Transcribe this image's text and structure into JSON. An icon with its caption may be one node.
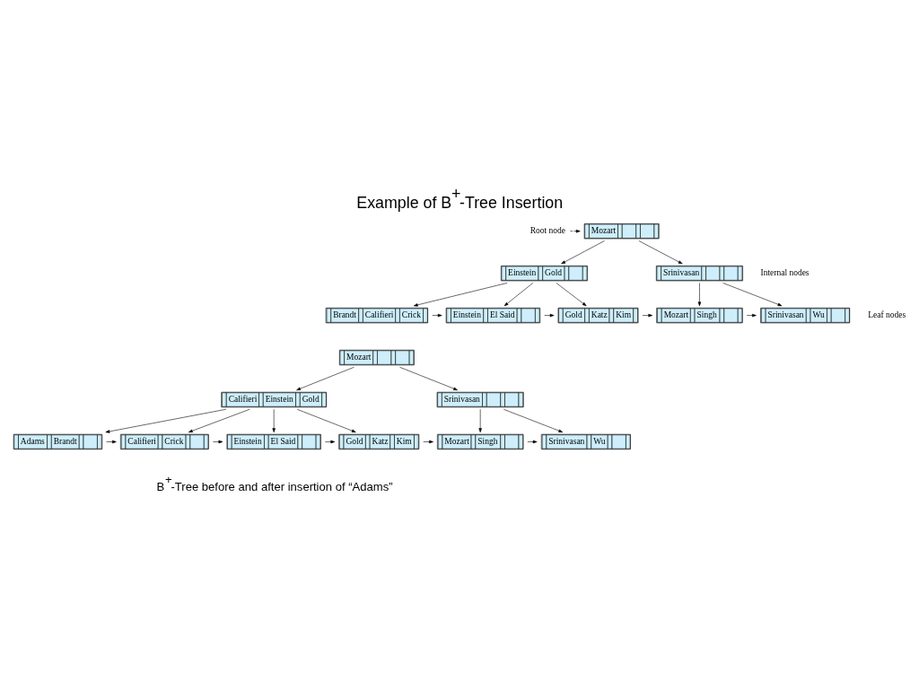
{
  "diagram": {
    "title": "Example of B$^{+}$-Tree Insertion",
    "caption": "B$^{+}$-Tree before and after insertion of “Adams”",
    "nodes": [
      {
        "text": [
          "Mozart"
        ]
      },
      {
        "text": [
          "Einstein",
          "Gold"
        ]
      },
      {
        "text": [
          "Srinivasan"
        ]
      },
      {
        "text": [
          "Brandt",
          "Califieri",
          "Crick"
        ]
      },
      {
        "text": [
          "Einstein",
          "El Said"
        ]
      },
      {
        "text": [
          "Gold",
          "Katz",
          "Kim"
        ]
      },
      {
        "text": [
          "Mozart",
          "Singh"
        ]
      },
      {
        "text": [
          "Srinivasan",
          "Wu"
        ]
      },
      {
        "text": [
          "Root node"
        ]
      },
      {
        "text": [
          "Mozart"
        ]
      },
      {
        "text": [
          "Califieri",
          "Einstein",
          "Gold"
        ]
      },
      {
        "text": [
          "Srinivasan"
        ]
      },
      {
        "text": [
          "Adams",
          "Brandt"
        ]
      },
      {
        "text": [
          "Califieri",
          "Crick"
        ]
      },
      {
        "text": [
          "Einstein",
          "El Said"
        ]
      },
      {
        "text": [
          "Gold",
          "Katz",
          "Kim"
        ]
      },
      {
        "text": [
          "Mozart",
          "Singh"
        ]
      },
      {
        "text": [
          "Srinivasan",
          "Wu"
        ]
      }
    ],
    "edges": [
      {
        "from": 8,
        "to": 0,
        "arrow": "to",
        "style": "dashed"
      },
      {
        "from": 0,
        "to": 1,
        "arrow": "to"
      },
      {
        "from": 0,
        "to": 2,
        "arrow": "to"
      },
      {
        "from": 1,
        "to": 3,
        "arrow": "to"
      },
      {
        "from": 1,
        "to": 4,
        "arrow": "to"
      },
      {
        "from": 1,
        "to": 5,
        "arrow": "to"
      },
      {
        "from": 2,
        "to": 6,
        "arrow": "to"
      },
      {
        "from": 2,
        "to": 7,
        "arrow": "to"
      },
      {
        "from": 3,
        "to": 4,
        "arrow": "to"
      },
      {
        "from": 4,
        "to": 5,
        "arrow": "to"
      },
      {
        "from": 5,
        "to": 6,
        "arrow": "to"
      },
      {
        "from": 6,
        "to": 7,
        "arrow": "to"
      },
      {
        "from": 9,
        "to": 10,
        "arrow": "to"
      },
      {
        "from": 9,
        "to": 11,
        "arrow": "to"
      },
      {
        "from": 10,
        "to": 12,
        "arrow": "to"
      },
      {
        "from": 10,
        "to": 13,
        "arrow": "to"
      },
      {
        "from": 10,
        "to": 14,
        "arrow": "to"
      },
      {
        "from": 10,
        "to": 15,
        "arrow": "to"
      },
      {
        "from": 11,
        "to": 16,
        "arrow": "to"
      },
      {
        "from": 11,
        "to": 17,
        "arrow": "to"
      },
      {
        "from": 12,
        "to": 13,
        "arrow": "to"
      },
      {
        "from": 13,
        "to": 14,
        "arrow": "to"
      },
      {
        "from": 14,
        "to": 15,
        "arrow": "to"
      },
      {
        "from": 15,
        "to": 16,
        "arrow": "to"
      },
      {
        "from": 16,
        "to": 17,
        "arrow": "to"
      }
    ],
    "labels": [
      "Internal nodes",
      "Leaf nodes"
    ]
  }
}
